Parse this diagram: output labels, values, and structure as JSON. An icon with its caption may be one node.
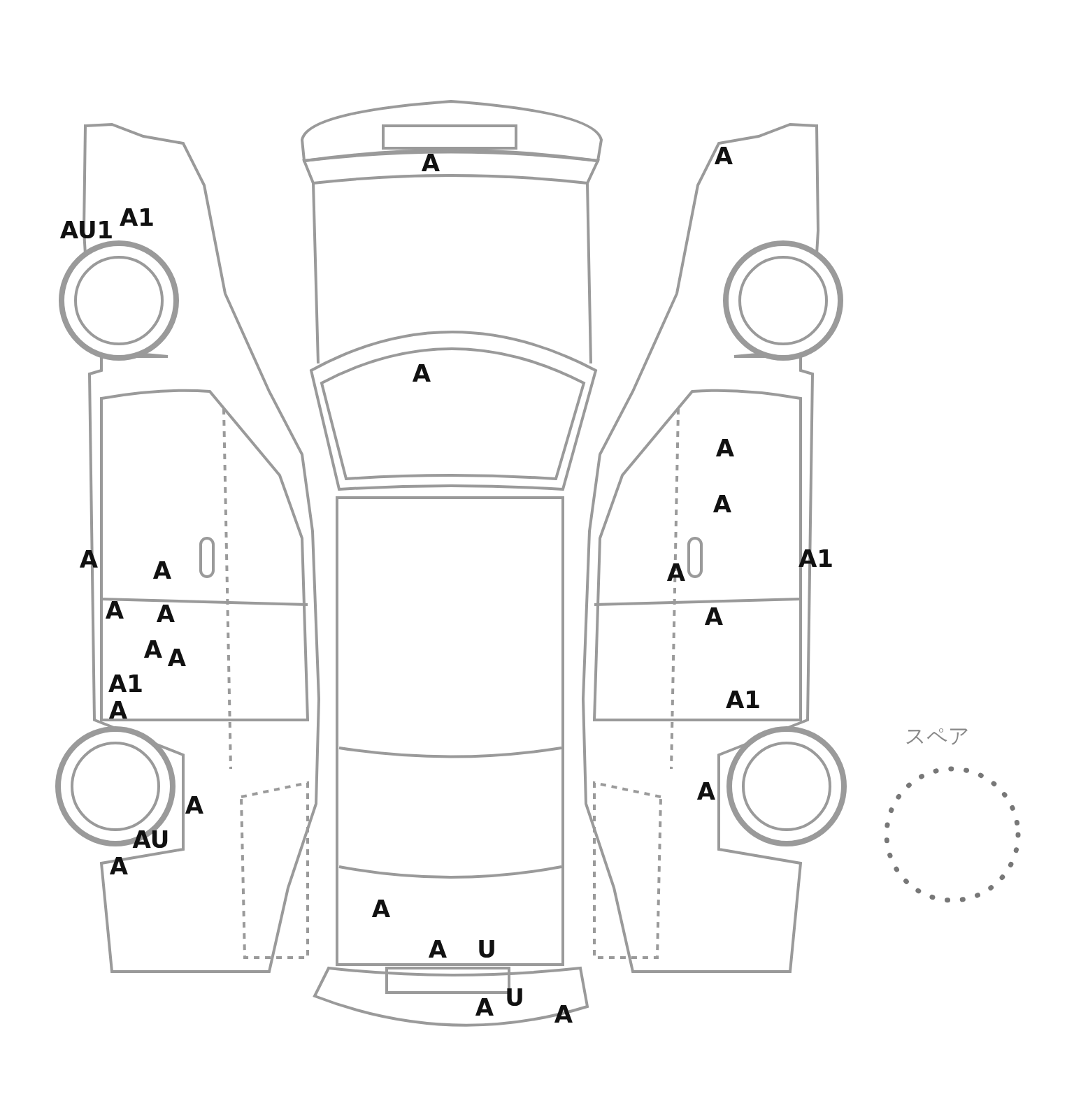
{
  "diagram": {
    "nodes": [
      {
        "text": [],
        "shape": "circle"
      }
    ],
    "labels": [
      "A",
      "A",
      "A1",
      "AU1",
      "A",
      "A",
      "A",
      "A",
      "A1",
      "A",
      "A",
      "A",
      "A",
      "A",
      "A",
      "A",
      "A1",
      "A1",
      "A",
      "A",
      "A",
      "AU",
      "A",
      "A",
      "A",
      "U",
      "U",
      "A",
      "A",
      "スペア"
    ]
  }
}
